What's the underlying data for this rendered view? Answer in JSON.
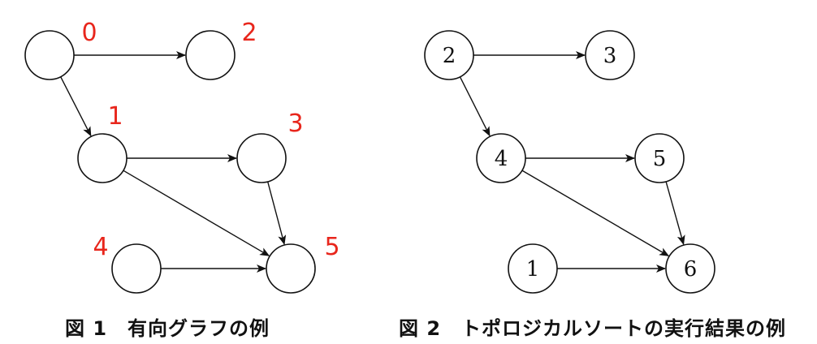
{
  "figures": [
    {
      "caption": "図 1　有向グラフの例",
      "nodes": [
        {
          "id": "g1-node-0",
          "index": "0",
          "label": ""
        },
        {
          "id": "g1-node-2",
          "index": "2",
          "label": ""
        },
        {
          "id": "g1-node-1",
          "index": "1",
          "label": ""
        },
        {
          "id": "g1-node-3",
          "index": "3",
          "label": ""
        },
        {
          "id": "g1-node-4",
          "index": "4",
          "label": ""
        },
        {
          "id": "g1-node-5",
          "index": "5",
          "label": ""
        }
      ],
      "edges": [
        {
          "from": "g1-node-0",
          "to": "g1-node-2"
        },
        {
          "from": "g1-node-0",
          "to": "g1-node-1"
        },
        {
          "from": "g1-node-1",
          "to": "g1-node-3"
        },
        {
          "from": "g1-node-1",
          "to": "g1-node-5"
        },
        {
          "from": "g1-node-3",
          "to": "g1-node-5"
        },
        {
          "from": "g1-node-4",
          "to": "g1-node-5"
        }
      ]
    },
    {
      "caption": "図 2　トポロジカルソートの実行結果の例",
      "nodes": [
        {
          "id": "g2-node-a",
          "index": "",
          "label": "2"
        },
        {
          "id": "g2-node-b",
          "index": "",
          "label": "3"
        },
        {
          "id": "g2-node-c",
          "index": "",
          "label": "4"
        },
        {
          "id": "g2-node-d",
          "index": "",
          "label": "5"
        },
        {
          "id": "g2-node-e",
          "index": "",
          "label": "1"
        },
        {
          "id": "g2-node-f",
          "index": "",
          "label": "6"
        }
      ],
      "edges": [
        {
          "from": "g2-node-a",
          "to": "g2-node-b"
        },
        {
          "from": "g2-node-a",
          "to": "g2-node-c"
        },
        {
          "from": "g2-node-c",
          "to": "g2-node-d"
        },
        {
          "from": "g2-node-c",
          "to": "g2-node-f"
        },
        {
          "from": "g2-node-d",
          "to": "g2-node-f"
        },
        {
          "from": "g2-node-e",
          "to": "g2-node-f"
        }
      ]
    }
  ],
  "colors": {
    "index_label": "#e8261c",
    "stroke": "#111111",
    "background": "#ffffff"
  }
}
